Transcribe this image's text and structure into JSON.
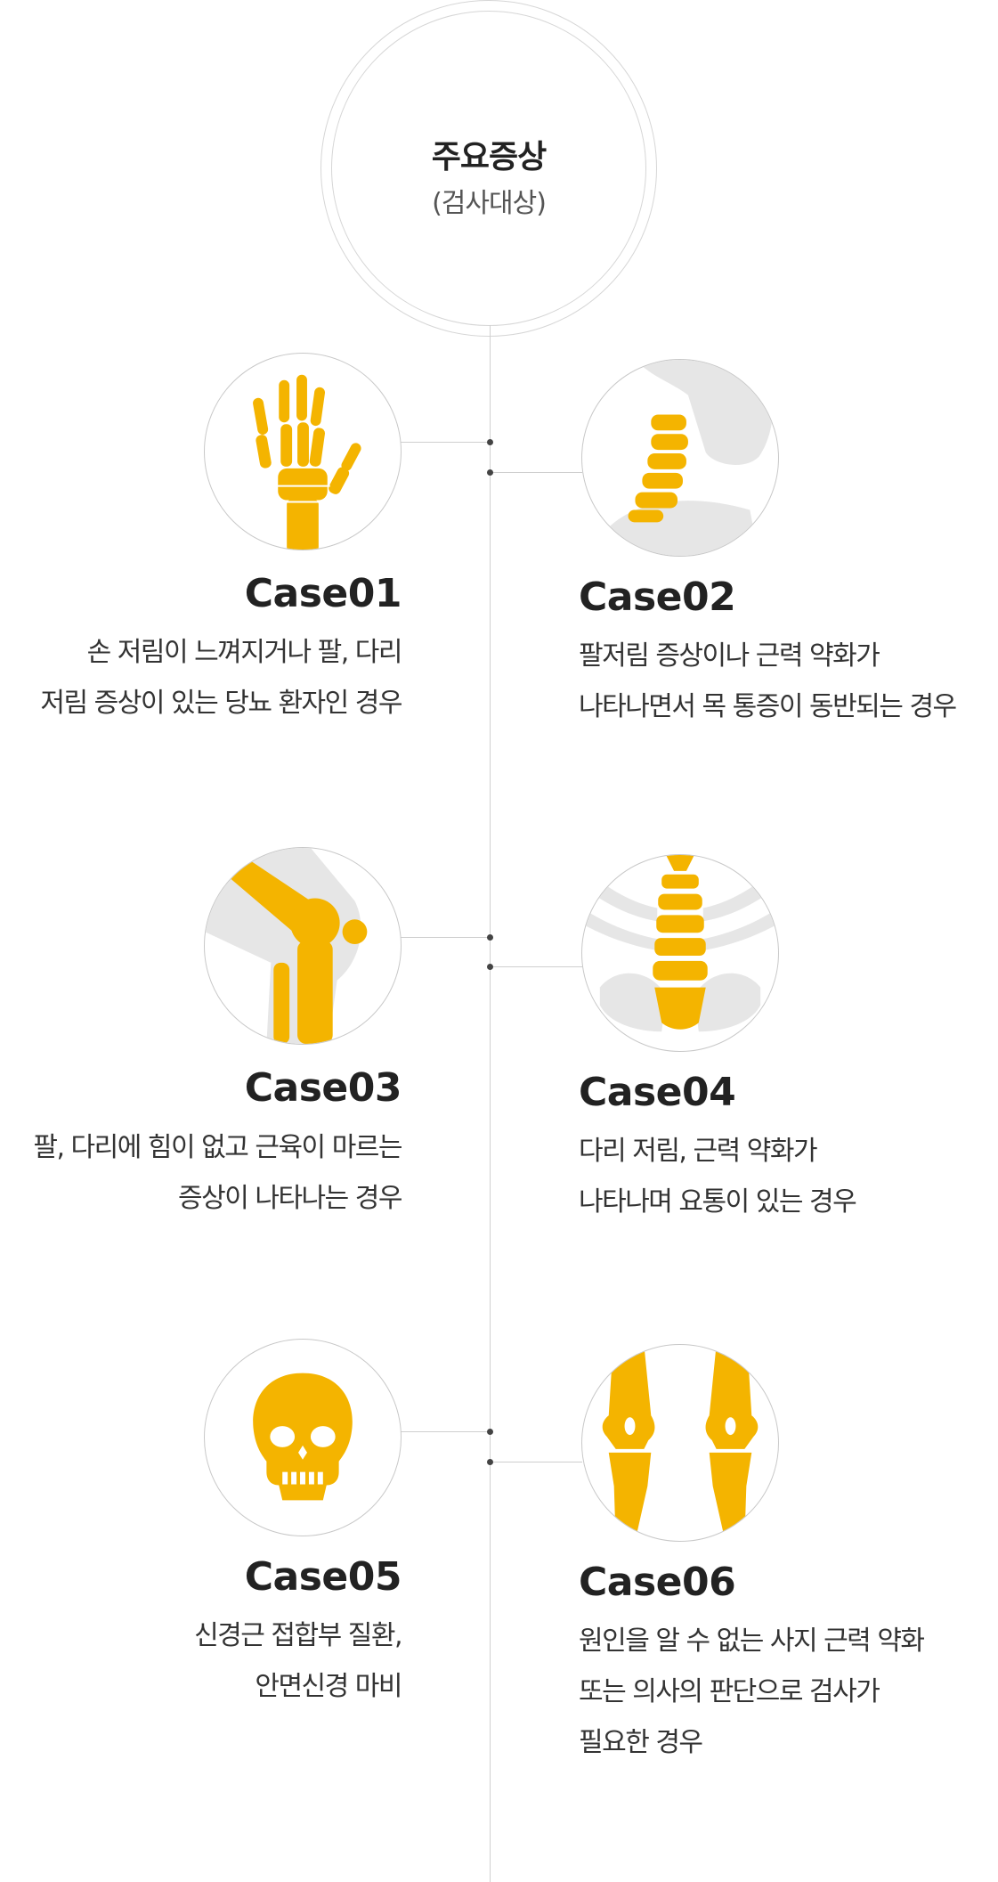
{
  "header": {
    "title": "주요증상",
    "subtitle": "(검사대상)"
  },
  "colors": {
    "accent": "#f4b400",
    "bone_gray": "#e6e6e6",
    "line": "#d0d0d0"
  },
  "cases": [
    {
      "title": "Case01",
      "icon": "hand-bones-icon",
      "lines": [
        "손 저림이 느껴지거나 팔, 다리",
        "저림 증상이 있는 당뇨 환자인 경우"
      ]
    },
    {
      "title": "Case02",
      "icon": "cervical-spine-icon",
      "lines": [
        "팔저림 증상이나 근력 약화가",
        "나타나면서 목 통증이 동반되는 경우"
      ]
    },
    {
      "title": "Case03",
      "icon": "knee-joint-icon",
      "lines": [
        "팔, 다리에 힘이 없고 근육이 마르는",
        "증상이 나타나는 경우"
      ]
    },
    {
      "title": "Case04",
      "icon": "lumbar-spine-icon",
      "lines": [
        "다리 저림, 근력 약화가",
        "나타나며 요통이 있는 경우"
      ]
    },
    {
      "title": "Case05",
      "icon": "skull-icon",
      "lines": [
        "신경근 접합부 질환,",
        "안면신경 마비"
      ]
    },
    {
      "title": "Case06",
      "icon": "leg-bones-icon",
      "lines": [
        "원인을 알 수 없는 사지 근력 약화",
        "또는 의사의 판단으로 검사가",
        "필요한 경우"
      ]
    }
  ]
}
